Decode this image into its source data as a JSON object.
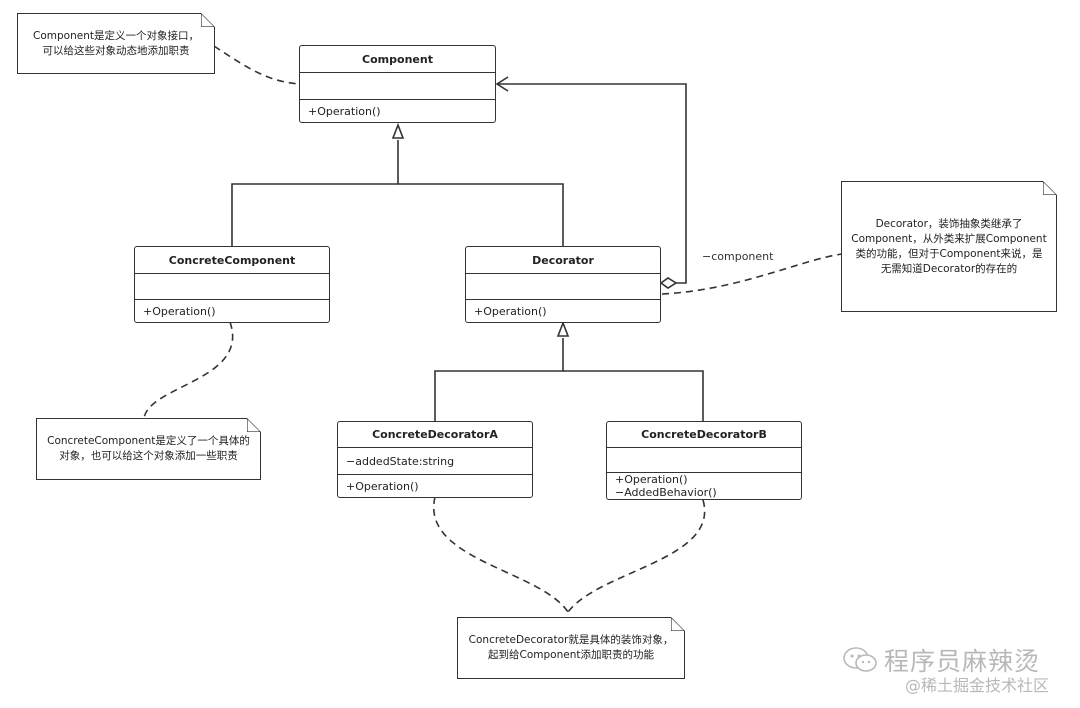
{
  "classes": {
    "component": {
      "name": "Component",
      "attrs": [],
      "ops": [
        "+Operation()"
      ]
    },
    "concrete_component": {
      "name": "ConcreteComponent",
      "attrs": [],
      "ops": [
        "+Operation()"
      ]
    },
    "decorator": {
      "name": "Decorator",
      "attrs": [],
      "ops": [
        "+Operation()"
      ]
    },
    "concrete_decorator_a": {
      "name": "ConcreteDecoratorA",
      "attrs": [
        "−addedState:string"
      ],
      "ops": [
        "+Operation()"
      ]
    },
    "concrete_decorator_b": {
      "name": "ConcreteDecoratorB",
      "attrs": [],
      "ops": [
        "+Operation()",
        "−AddedBehavior()"
      ]
    }
  },
  "association_label": "−component",
  "notes": {
    "component": [
      "Component是定义一个对象接口，",
      "可以给这些对象动态地添加职责"
    ],
    "decorator": [
      "Decorator，装饰抽象类继承了",
      "Component，从外类来扩展Component",
      "类的功能，但对于Component来说，是",
      "无需知道Decorator的存在的"
    ],
    "concrete_component": [
      "ConcreteComponent是定义了一个具体的",
      "对象，也可以给这个对象添加一些职责"
    ],
    "concrete_decorator": [
      "ConcreteDecorator就是具体的装饰对象，",
      "起到给Component添加职责的功能"
    ]
  },
  "watermark": {
    "line1": "程序员麻辣烫",
    "line2": "@稀土掘金技术社区"
  },
  "colors": {
    "line": "#333333",
    "background": "#ffffff",
    "watermark": "#b8b8b8"
  }
}
